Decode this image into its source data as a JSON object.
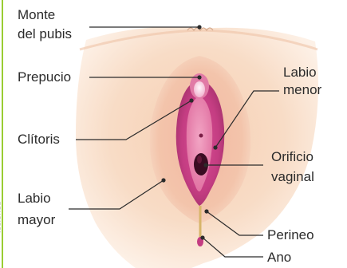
{
  "labels": {
    "monte_line1": "Monte",
    "monte_line2": "del pubis",
    "prepucio": "Prepucio",
    "clitoris": "Clítoris",
    "labio_mayor_line1": "Labio",
    "labio_mayor_line2": "mayor",
    "labio_menor_line1": "Labio",
    "labio_menor_line2": "menor",
    "orificio_line1": "Orificio",
    "orificio_line2": "vaginal",
    "perineo": "Perineo",
    "ano": "Ano"
  },
  "margin_text": "icciones",
  "colors": {
    "text": "#2b2b2b",
    "accent": "#9acd32",
    "skin_light": "#fbe3d2",
    "skin_mid": "#f2c6a6",
    "labia_major": "#e7a58d",
    "labia_minor": "#c43d82",
    "inner_pink": "#e57aa8",
    "opening": "#3a0c22",
    "line": "#2b2b2b"
  }
}
